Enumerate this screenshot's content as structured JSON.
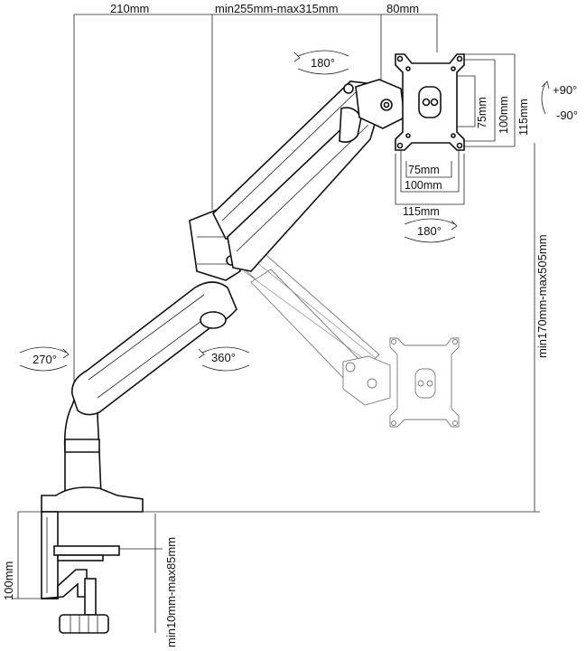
{
  "dimensions": {
    "reach_base": "210mm",
    "reach_arm": "min255mm-max315mm",
    "reach_head": "80mm",
    "height_range": "min170mm-max505mm",
    "clamp_height": "100mm",
    "clamp_thickness": "min10mm-max85mm"
  },
  "vesa": {
    "h75": "75mm",
    "h100": "100mm",
    "h115": "115mm",
    "v75": "75mm",
    "v100": "100mm",
    "v115": "115mm"
  },
  "rotations": {
    "head_top": "180°",
    "head_bottom": "180°",
    "tilt_up": "+90°",
    "tilt_down": "-90°",
    "base": "270°",
    "arm": "360°"
  }
}
